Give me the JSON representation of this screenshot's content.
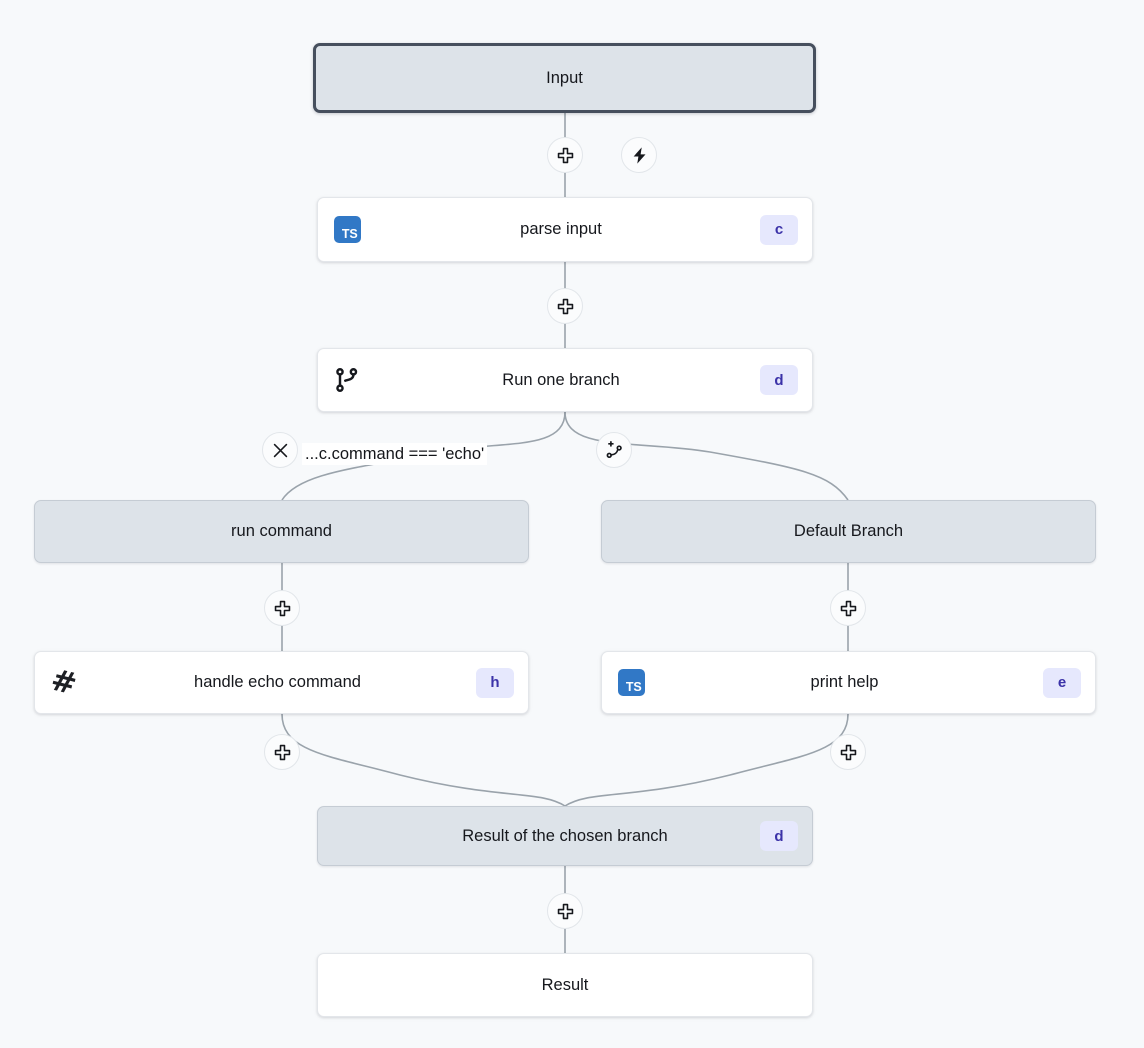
{
  "canvas": {
    "background_color": "#f7f9fb",
    "title": "Workflow graph"
  },
  "palette": {
    "node_grey_fill": "#dde3e9",
    "node_white_fill": "#ffffff",
    "selected_border": "#464f5d",
    "badge_background": "#e6e8fd",
    "badge_text": "#3b32a8",
    "ts_icon_background": "#3178c6",
    "edge_stroke": "#9aa3ab"
  },
  "nodes": [
    {
      "id": "input",
      "label": "Input",
      "style": "selected",
      "icon": "",
      "badge": ""
    },
    {
      "id": "parse-input",
      "label": "parse input",
      "style": "white",
      "icon": "typescript-icon",
      "icon_text": "TS",
      "badge": "c"
    },
    {
      "id": "run-one-branch",
      "label": "Run one branch",
      "style": "white",
      "icon": "git-branch-icon",
      "badge": "d"
    },
    {
      "id": "run-command",
      "label": "run command",
      "style": "grey",
      "icon": "",
      "badge": ""
    },
    {
      "id": "default-branch",
      "label": "Default Branch",
      "style": "grey",
      "icon": "",
      "badge": ""
    },
    {
      "id": "handle-echo-command",
      "label": "handle echo command",
      "style": "white",
      "icon": "hash-icon",
      "icon_text": "#",
      "badge": "h"
    },
    {
      "id": "print-help",
      "label": "print help",
      "style": "white",
      "icon": "typescript-icon",
      "icon_text": "TS",
      "badge": "e"
    },
    {
      "id": "branch-result",
      "label": "Result of the chosen branch",
      "style": "grey",
      "icon": "",
      "badge": "d"
    },
    {
      "id": "result",
      "label": "Result",
      "style": "white",
      "icon": "",
      "badge": ""
    }
  ],
  "edge_labels": [
    {
      "id": "echo-condition",
      "text": "...c.command === 'echo'"
    }
  ],
  "handles": [
    {
      "id": "add-step-input-parse",
      "icon": "plus-icon"
    },
    {
      "id": "trigger",
      "icon": "lightning-icon"
    },
    {
      "id": "add-step-parse-branch",
      "icon": "plus-icon"
    },
    {
      "id": "remove-branch",
      "icon": "close-icon"
    },
    {
      "id": "add-branch",
      "icon": "git-branch-plus-icon"
    },
    {
      "id": "add-step-runcommand-handle",
      "icon": "plus-icon"
    },
    {
      "id": "add-step-defaultbranch-printhelp",
      "icon": "plus-icon"
    },
    {
      "id": "add-step-handle-result",
      "icon": "plus-icon"
    },
    {
      "id": "add-step-printhelp-result",
      "icon": "plus-icon"
    },
    {
      "id": "add-step-branchresult-result",
      "icon": "plus-icon"
    }
  ]
}
